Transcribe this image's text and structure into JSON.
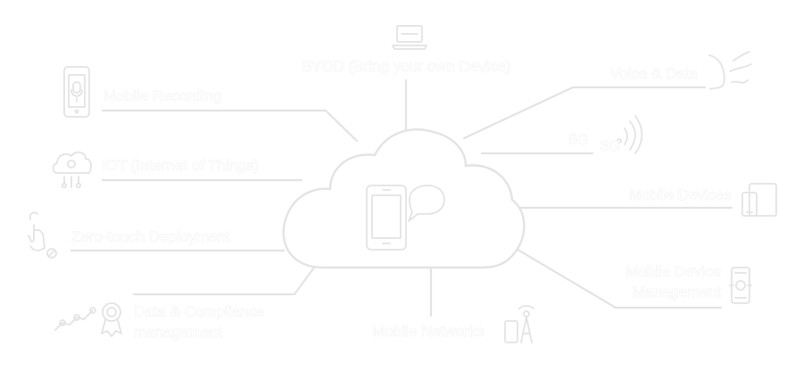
{
  "colors": {
    "background": "#ffffff",
    "stroke": "#e3e3e3",
    "text": "#ffffff"
  },
  "center": {
    "icon": "smartphone-chat-icon"
  },
  "nodes": {
    "byod": {
      "label": "BYOD (Bring your own Device)",
      "icon": "laptop-icon"
    },
    "mobile_recording": {
      "label": "Mobile Recording",
      "icon": "phone-microphone-icon"
    },
    "iot": {
      "label": "IOT (Internet of Things)",
      "icon": "iot-cloud-icon"
    },
    "zero_touch": {
      "label": "Zero-touch Deployment",
      "icon": "touch-hand-icon"
    },
    "data_compliance": {
      "label_line1": "Data & Compliance",
      "label_line2": "management",
      "icon": "compliance-badge-icon"
    },
    "mobile_networks": {
      "label": "Mobile Networks",
      "icon": "signal-tower-icon"
    },
    "voice_data": {
      "label": "Voice & Data",
      "icon": "voice-waves-icon"
    },
    "fiveg": {
      "label": "5G",
      "badge": "3G",
      "icon": "wifi-signal-icon"
    },
    "mobile_devices": {
      "label": "Mobile Devices",
      "icon": "devices-icon"
    },
    "mdm": {
      "label_line1": "Mobile Device",
      "label_line2": "Management",
      "icon": "device-settings-icon"
    }
  }
}
